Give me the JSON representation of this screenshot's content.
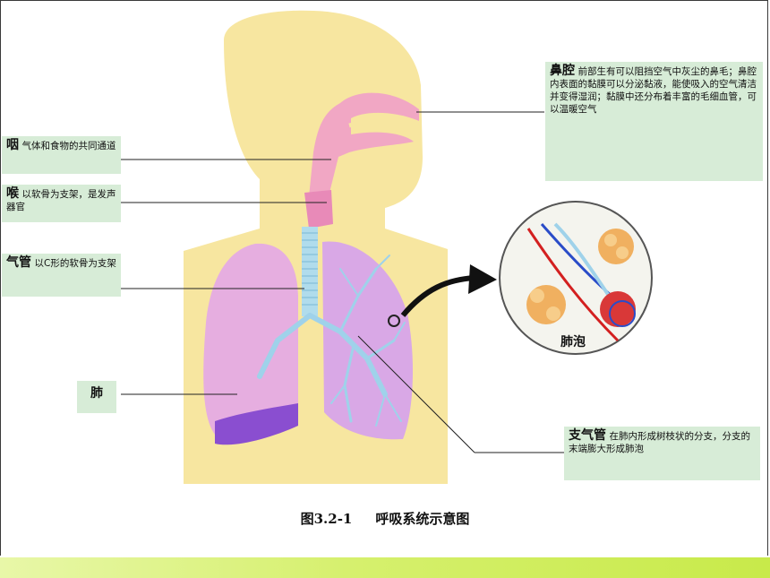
{
  "labels": {
    "nasal": {
      "term": "鼻腔",
      "desc": "前部生有可以阻挡空气中灰尘的鼻毛；鼻腔内表面的黏膜可以分泌黏液，能使吸入的空气清洁并变得湿润；黏膜中还分布着丰富的毛细血管，可以温暖空气"
    },
    "pharynx": {
      "term": "咽",
      "desc": "气体和食物的共同通道"
    },
    "larynx": {
      "term": "喉",
      "desc": "以软骨为支架，是发声器官"
    },
    "trachea": {
      "term": "气管",
      "desc": "以C形的软骨为支架"
    },
    "lung": {
      "term": "肺"
    },
    "bronchi": {
      "term": "支气管",
      "desc": "在肺内形成树枝状的分支，分支的末端膨大形成肺泡"
    }
  },
  "zoom_label": "肺泡",
  "caption": {
    "number": "图3.2-1",
    "title": "呼吸系统示意图"
  },
  "colors": {
    "body": "#f7e6a0",
    "nasal": "#f0a0c8",
    "lung": "#e6aee0",
    "lung_shadow": "#8a4ed0",
    "airway": "#b0dcec",
    "label_bg": "#d7ecd7",
    "footer": "#d6f06e"
  }
}
